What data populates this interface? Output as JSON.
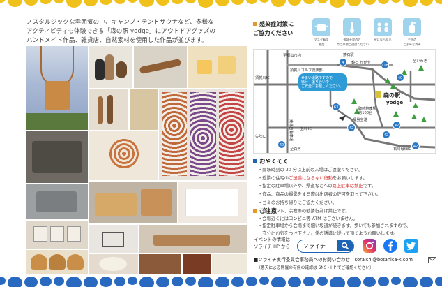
{
  "intro": {
    "line1": "ノスタルジックな雰囲気の中、キャンプ・テントサウナなど、多様な",
    "line2": "アクティビティも体験できる「森の駅 yodge」にアウトドアグッズの",
    "line3": "ハンドメイド作品、雑貨店、自然素材を使用した作品が並びます。"
  },
  "covid": {
    "title_line1": "感染症対策に",
    "title_line2": "ご協力ください",
    "items": [
      {
        "label1": "マスク着用",
        "label2": "推奨"
      },
      {
        "label1": "体調不良の方",
        "label2": "のご来場ご遠慮ください"
      },
      {
        "label1": "密にならない",
        "label2": ""
      },
      {
        "label1": "手指の",
        "label2": "こまめな消毒"
      }
    ]
  },
  "map": {
    "labels": {
      "koriyama": "至郡山市内",
      "sukagawa_golf": "須賀川ゴルフ倶楽部",
      "kagamiishi": "鏡石駅",
      "kamokagaya": "鏡石 かがや",
      "iwaki": "至いわき",
      "sukagawa_ic": "須賀川IC",
      "speech": "せまい道路ですので\n徐行・譲り合いで\nご安全にお越しください。",
      "parking": "臨時駐車場\n約100台",
      "tohoku_exp": "東北自動車道",
      "tamagawa_ic": "玉川 IC",
      "fukushima_airport": "福島空港",
      "yabuki_ic": "矢吹IC",
      "shirakawa": "至白河",
      "ishikawa_ic": "石川母畑IC",
      "venue1": "森の駅",
      "venue2": "yodge"
    },
    "route_numbers": [
      "4",
      "118",
      "40",
      "63",
      "42",
      "42",
      "42",
      "42",
      "42"
    ]
  },
  "notice": {
    "title": "おやくそく",
    "items": [
      {
        "pre": "・開场時刻の 30 分以上前の入場はご遠慮ください。",
        "red": "",
        "post": ""
      },
      {
        "pre": "・近隣の住宅の",
        "red": "ご迷惑にならない行動",
        "post": "をお願いします。"
      },
      {
        "pre": "・指定の駐車場以外や、県道などへの",
        "red": "路上駐車は禁止",
        "post": "です。"
      },
      {
        "pre": "・作品、商品の撮影をする際は出店者の許可を取って下さい。",
        "red": "",
        "post": ""
      },
      {
        "pre": "・ゴミのお持ち帰りにご協力ください。",
        "red": "",
        "post": ""
      },
      {
        "pre": "・他イベント、宗教等の勧誘行為は禁止です。",
        "red": "",
        "post": ""
      }
    ]
  },
  "note": {
    "title": "ご注意",
    "items": [
      "・会場近くにはコンビニ等 ATM はございません。",
      "・指定駐車場から会場まで細い坂道が続きます。歩いても参加されますので、",
      "　充分にお気をつけ下さい。係の誘導に従って頂くようお願いします。"
    ]
  },
  "sns": {
    "line1": "イベントの情報は",
    "line2": "ソライチ HP から",
    "search_text": "ソライチ"
  },
  "contact": {
    "line": "■ソライチ実行委員会事務局へのお問い合わせ　soraichi@botanica-k.com",
    "sub": "（悪天による開催の有無の確認は SNS・HP でご確認ください）"
  }
}
